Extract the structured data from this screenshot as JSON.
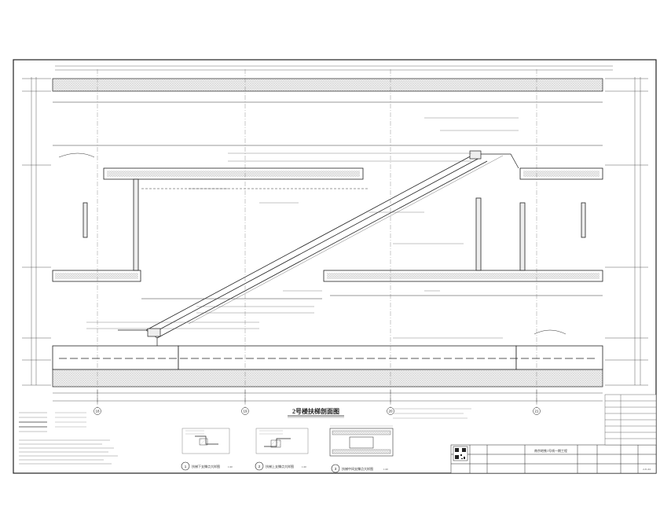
{
  "drawing": {
    "main_title": "2号楼扶梯剖面图",
    "project_name": "南京地铁1号线一期工程",
    "grid_axes": [
      "18",
      "19",
      "20",
      "21"
    ],
    "details": [
      {
        "number": "1",
        "title": "扶梯下支撑点大样图",
        "scale": "1:20"
      },
      {
        "number": "2",
        "title": "扶梯上支撑点大样图",
        "scale": "1:20"
      },
      {
        "number": "3",
        "title": "扶梯中间支撑点大样图",
        "scale": "1:20"
      }
    ],
    "sheet_code": "2-J1-04"
  },
  "colors": {
    "line": "#222222",
    "hatch": "#9a9a9a",
    "fill_light": "#e6e6e6"
  }
}
